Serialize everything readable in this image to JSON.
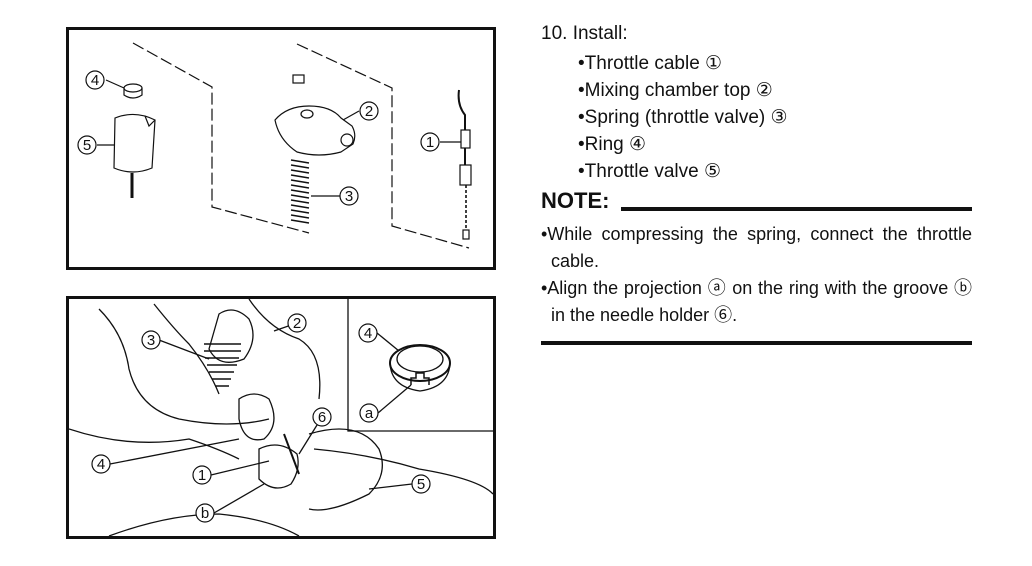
{
  "step": {
    "title": "10.  Install:"
  },
  "install_items": [
    "•Throttle cable ①",
    "•Mixing chamber top ②",
    "•Spring (throttle valve) ③",
    "•Ring ④",
    "•Throttle valve ⑤"
  ],
  "note": {
    "label": "NOTE:",
    "items": [
      "•While compressing the spring, connect the throttle cable.",
      "•Align the projection ⓐ on the ring with the groove ⓑ in the needle holder ⑥."
    ]
  },
  "figure_top": {
    "callouts": {
      "c1": "1",
      "c2": "2",
      "c3": "3",
      "c4": "4",
      "c5": "5"
    }
  },
  "figure_bottom": {
    "callouts": {
      "c2": "2",
      "c3": "3",
      "c4": "4",
      "c4_inset": "4",
      "c1": "1",
      "c5": "5",
      "c6": "6",
      "a": "a",
      "b": "b"
    }
  }
}
